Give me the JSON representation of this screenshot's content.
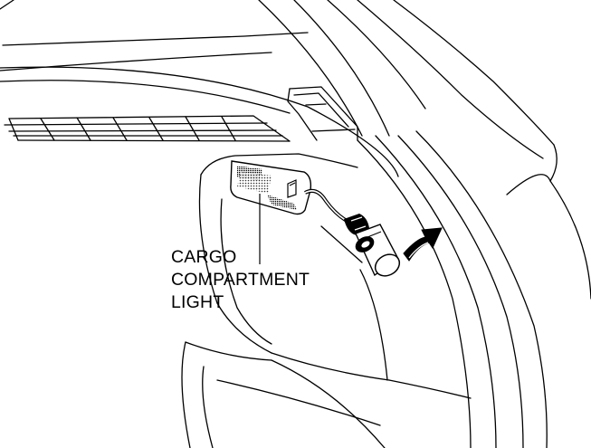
{
  "diagram": {
    "callout": {
      "lines": [
        "CARGO",
        "COMPARTMENT",
        "LIGHT"
      ]
    },
    "colors": {
      "ink": "#000000",
      "paper": "#ffffff"
    },
    "icons": {
      "removal_arrow": "curved-arrow-icon"
    }
  }
}
